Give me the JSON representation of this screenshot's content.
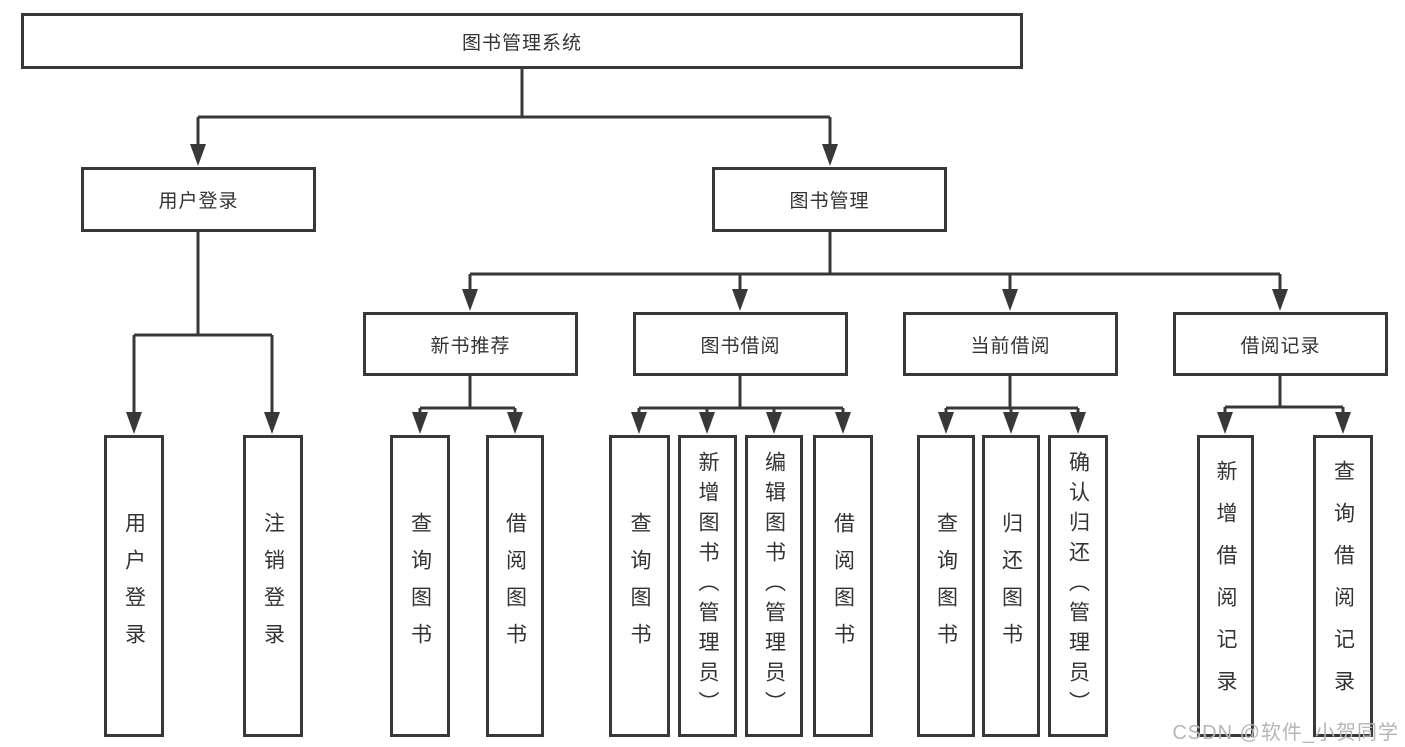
{
  "root": {
    "label": "图书管理系统"
  },
  "user_branch": {
    "label": "用户登录",
    "children": [
      {
        "label": "用户登录"
      },
      {
        "label": "注销登录"
      }
    ]
  },
  "book_branch": {
    "label": "图书管理",
    "sections": [
      {
        "label": "新书推荐",
        "children": [
          {
            "label": "查询图书"
          },
          {
            "label": "借阅图书"
          }
        ]
      },
      {
        "label": "图书借阅",
        "children": [
          {
            "label": "查询图书"
          },
          {
            "label": "新增图书（管理员）"
          },
          {
            "label": "编辑图书（管理员）"
          },
          {
            "label": "借阅图书"
          }
        ]
      },
      {
        "label": "当前借阅",
        "children": [
          {
            "label": "查询图书"
          },
          {
            "label": "归还图书"
          },
          {
            "label": "确认归还（管理员）"
          }
        ]
      },
      {
        "label": "借阅记录",
        "children": [
          {
            "label": "新增借阅记录"
          },
          {
            "label": "查询借阅记录"
          }
        ]
      }
    ]
  },
  "watermark": "CSDN @软件_小贺同学",
  "colors": {
    "line": "#383838",
    "text": "#333333",
    "watermark": "#b3b7ba",
    "background": "#ffffff"
  }
}
